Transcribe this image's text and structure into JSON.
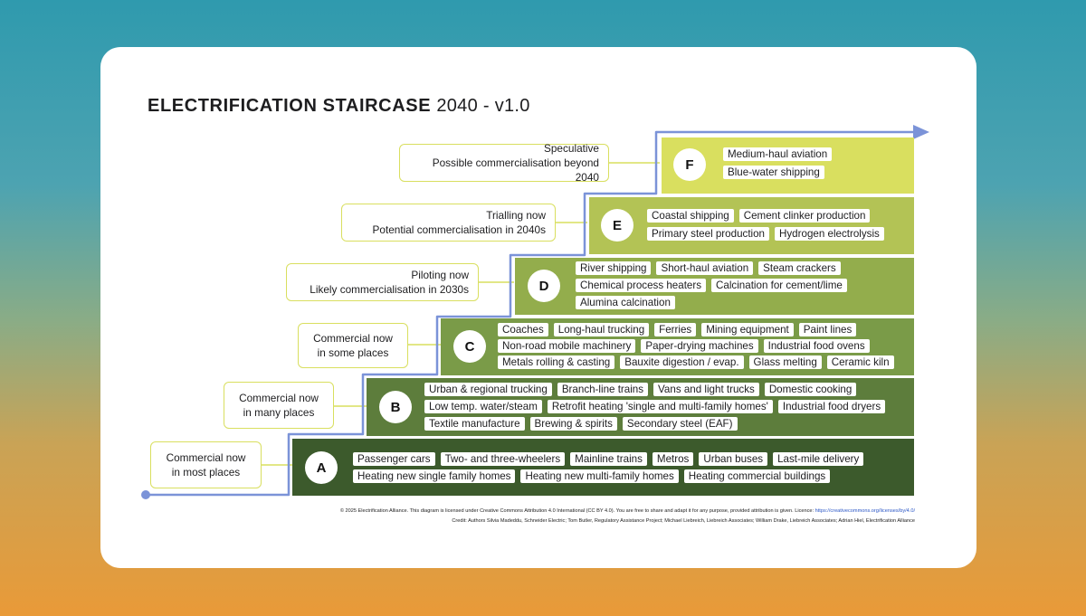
{
  "title": {
    "bold": "ELECTRIFICATION STAIRCASE",
    "rest": "2040 - v1.0"
  },
  "steps": [
    {
      "letter": "A",
      "status_line1": "Commercial now",
      "status_line2": "in most places",
      "items": [
        "Passenger cars",
        "Two- and three-wheelers",
        "Mainline trains",
        "Metros",
        "Urban buses",
        "Last-mile delivery",
        "Heating new single family homes",
        "Heating new multi-family homes",
        "Heating commercial buildings"
      ]
    },
    {
      "letter": "B",
      "status_line1": "Commercial now",
      "status_line2": "in many places",
      "items": [
        "Urban & regional trucking",
        "Branch-line trains",
        "Vans and light trucks",
        "Domestic cooking",
        "Low temp. water/steam",
        "Retrofit heating 'single and multi-family homes'",
        "Industrial food dryers",
        "Textile manufacture",
        "Brewing & spirits",
        "Secondary steel (EAF)"
      ]
    },
    {
      "letter": "C",
      "status_line1": "Commercial now",
      "status_line2": "in some places",
      "items": [
        "Coaches",
        "Long-haul trucking",
        "Ferries",
        "Mining equipment",
        "Paint lines",
        "Non-road mobile machinery",
        "Paper-drying machines",
        "Industrial food ovens",
        "Metals rolling & casting",
        "Bauxite digestion / evap.",
        "Glass melting",
        "Ceramic kiln"
      ]
    },
    {
      "letter": "D",
      "status_line1": "Piloting now",
      "status_line2": "Likely commercialisation in 2030s",
      "items": [
        "River shipping",
        "Short-haul aviation",
        "Steam crackers",
        "Chemical process heaters",
        "Calcination for cement/lime",
        "Alumina calcination"
      ]
    },
    {
      "letter": "E",
      "status_line1": "Trialling now",
      "status_line2": "Potential commercialisation in 2040s",
      "items": [
        "Coastal shipping",
        "Cement clinker production",
        "Primary steel production",
        "Hydrogen electrolysis"
      ]
    },
    {
      "letter": "F",
      "status_line1": "Speculative",
      "status_line2": "Possible commercialisation beyond 2040",
      "items": [
        "Medium-haul aviation",
        "Blue-water shipping"
      ]
    }
  ],
  "footer": {
    "licence_text": "© 2025 Electrification Alliance. This diagram is licensed under Creative Commons Attribution 4.0 International (CC BY 4.0). You are free to share and adapt it for any purpose, provided attribution is given. Licence: ",
    "licence_link": "https://creativecommons.org/licenses/by/4.0/",
    "credit_text": "Credit: Authors Silvia Madeddu, Schneider Electric; Tom Butler, Regulatory Assistance Project; Michael Liebreich, Liebreich Associates; William Drake, Liebreich Associates; Adrian Hiel, Electrification Alliance"
  },
  "colors": {
    "staircase_line": "#7b93d8",
    "connector_line": "#d9df5f",
    "step_A": "#3c5a2c",
    "step_F": "#d9df5f"
  }
}
